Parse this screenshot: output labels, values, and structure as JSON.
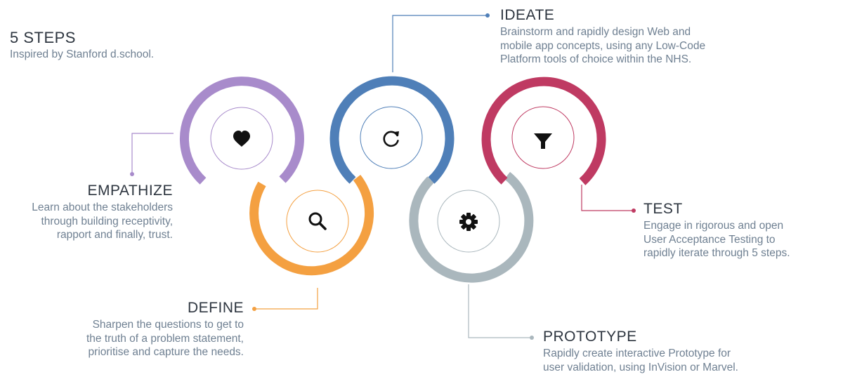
{
  "intro": {
    "title": "5 STEPS",
    "subtitle": "Inspired by Stanford d.school."
  },
  "steps": [
    {
      "id": "empathize",
      "title": "EMPATHIZE",
      "lines": [
        "Learn about the stakeholders",
        "through building receptivity,",
        "rapport and finally, trust."
      ],
      "color": "#a88bcb",
      "icon": "heart-icon"
    },
    {
      "id": "define",
      "title": "DEFINE",
      "lines": [
        "Sharpen the questions to get to",
        "the truth of a problem statement,",
        "prioritise and capture the needs."
      ],
      "color": "#f4a041",
      "icon": "search-icon"
    },
    {
      "id": "ideate",
      "title": "IDEATE",
      "lines": [
        "Brainstorm and rapidly design Web and",
        "mobile app concepts, using any Low-Code",
        "Platform tools of choice within the NHS."
      ],
      "color": "#4f7fb8",
      "icon": "refresh-icon"
    },
    {
      "id": "prototype",
      "title": "PROTOTYPE",
      "lines": [
        "Rapidly create interactive Prototype for",
        "user validation, using InVision or Marvel."
      ],
      "color": "#aab7bd",
      "icon": "gear-icon"
    },
    {
      "id": "test",
      "title": "TEST",
      "lines": [
        "Engage in rigorous and open",
        "User Acceptance Testing to",
        "rapidly iterate through 5 steps."
      ],
      "color": "#bf3a62",
      "icon": "filter-icon"
    }
  ]
}
